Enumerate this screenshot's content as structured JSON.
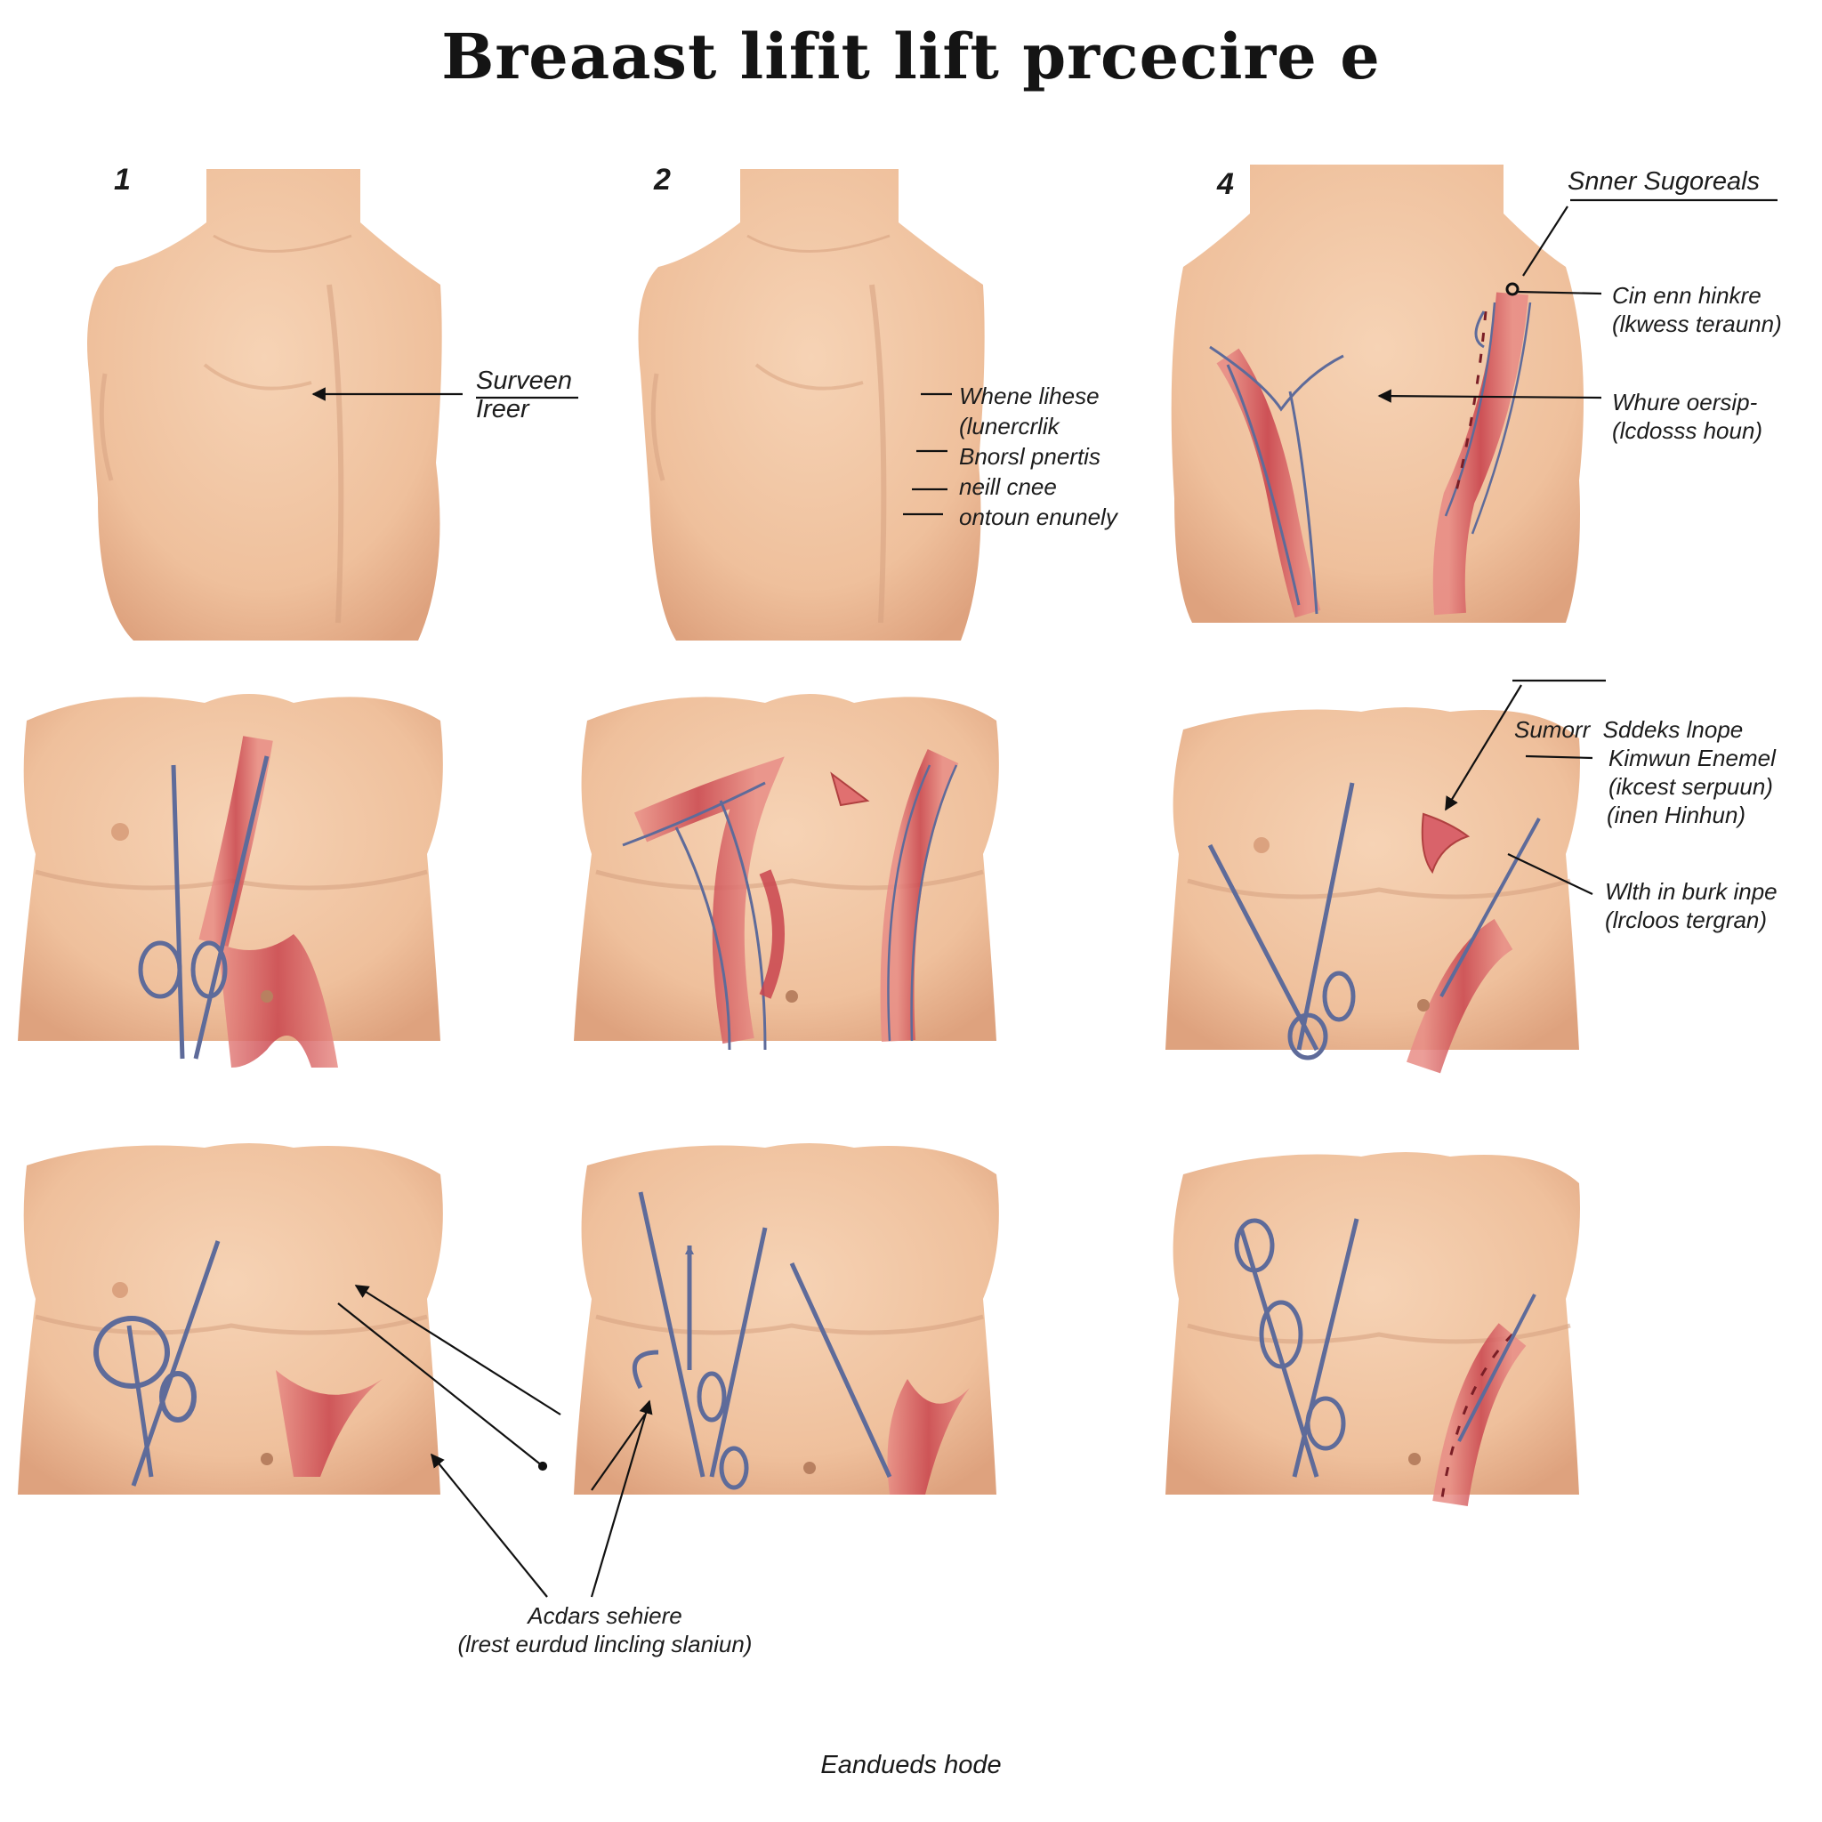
{
  "title": "Breaast lifit lift prcecire e",
  "panel_numbers": [
    "1",
    "2",
    "4"
  ],
  "labels": {
    "p1_surveen": [
      "Surveen",
      "Ireer"
    ],
    "p2_lines": [
      "Whene lihese",
      "(lunercrlik",
      "Bnorsl pnertis",
      "neill cnee",
      "ontoun enunely"
    ],
    "p3_top": [
      "Snner Sugoreals"
    ],
    "p3_cin": [
      "Cin enn hinkre",
      "(lkwess teraunn)"
    ],
    "p3_whure": [
      "Whure oersip-",
      "(lcdosss houn)"
    ],
    "p6_sumorr": [
      "Sumorr  Sddeks lnope",
      "(inen Hinhun)"
    ],
    "p6_kimwun": [
      "Kimwun Enemel",
      "(ikcest serpuun)"
    ],
    "p6_with": [
      "Wlth in burk inpe",
      "(lrcloos tergran)"
    ],
    "bottom_callout": [
      "Acdars sehiere",
      "(lrest eurdud lincling slaniun)"
    ]
  },
  "footer": "Eandueds hode",
  "colors": {
    "skin": "#f2c8a6",
    "skin_shadow": "#d9a482",
    "incision": "#d9636a",
    "instrument": "#5e6b9a"
  }
}
